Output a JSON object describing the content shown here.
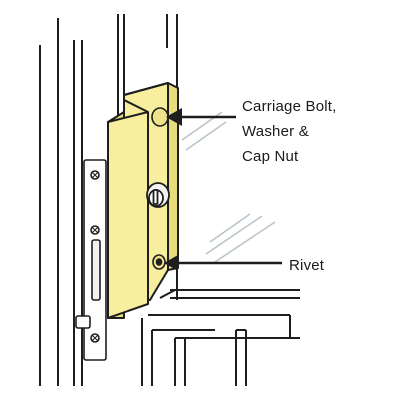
{
  "callouts": [
    {
      "lines": [
        "Carriage Bolt,",
        "Washer &",
        "Cap Nut"
      ]
    },
    {
      "lines": [
        "Rivet"
      ]
    }
  ],
  "colors": {
    "plate": "#f7ee9e",
    "plate_shadow": "#e9dc7c",
    "line": "#1e1e1e",
    "glass": "#b8c2c8"
  }
}
